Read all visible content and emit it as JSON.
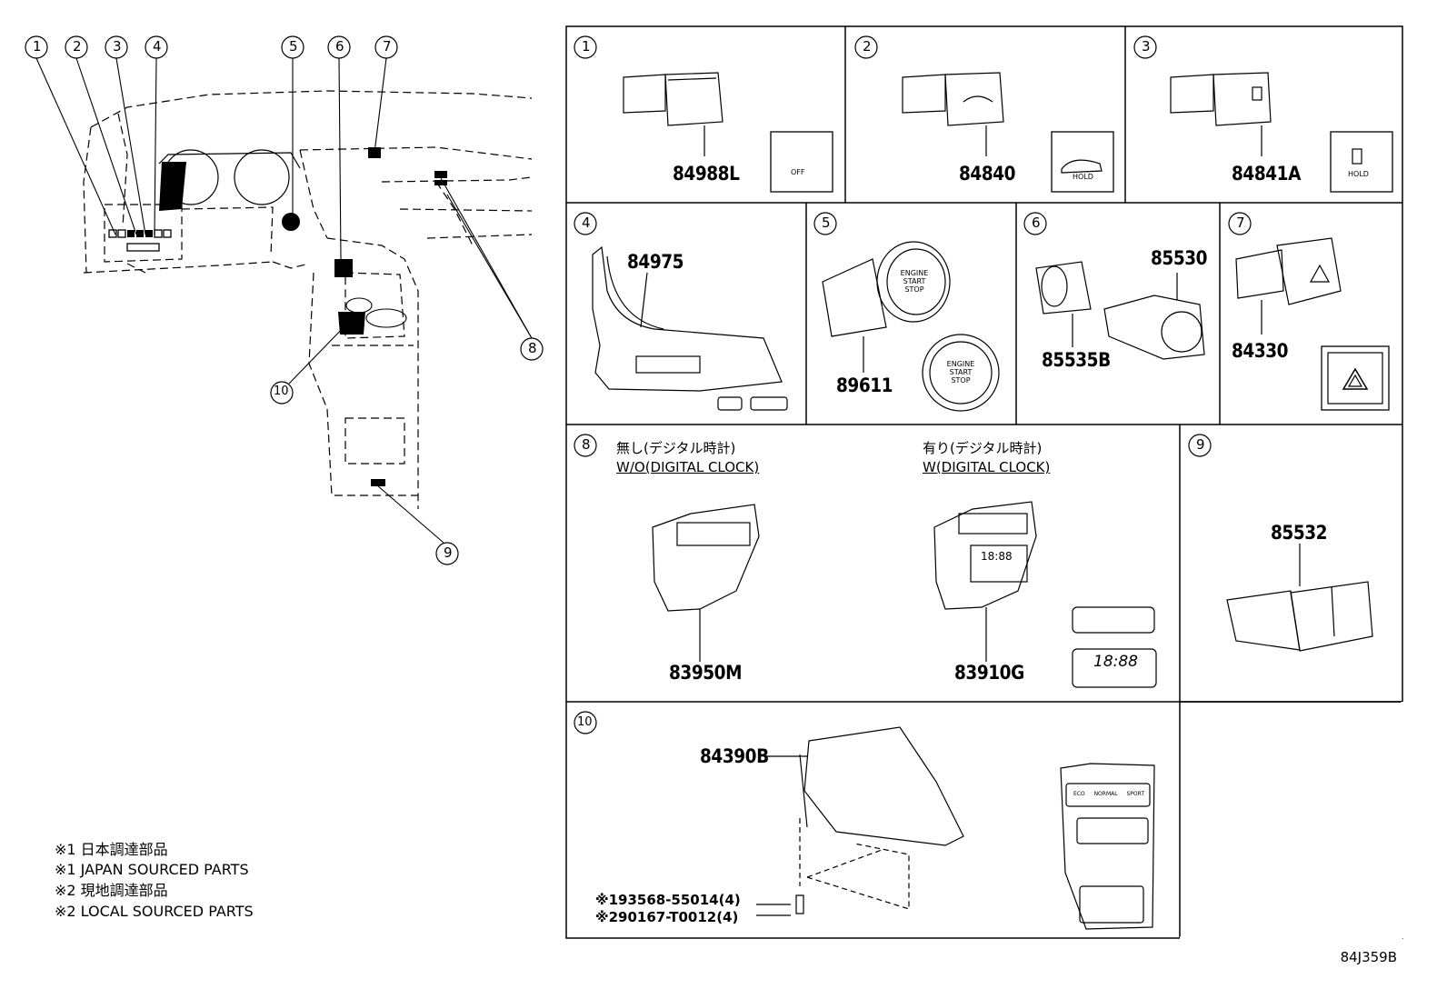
{
  "callouts": [
    "1",
    "2",
    "3",
    "4",
    "5",
    "6",
    "7",
    "8",
    "9",
    "10"
  ],
  "panels": [
    {
      "num": "1",
      "parts": [
        "84988L"
      ],
      "icon_text": "OFF"
    },
    {
      "num": "2",
      "parts": [
        "84840"
      ],
      "icon_text": "HOLD"
    },
    {
      "num": "3",
      "parts": [
        "84841A"
      ],
      "icon_text": "HOLD"
    },
    {
      "num": "4",
      "parts": [
        "84975"
      ]
    },
    {
      "num": "5",
      "parts": [
        "89611"
      ],
      "button_text": [
        "ENGINE",
        "START",
        "STOP"
      ]
    },
    {
      "num": "6",
      "parts": [
        "85530",
        "85535B"
      ]
    },
    {
      "num": "7",
      "parts": [
        "84330"
      ]
    },
    {
      "num": "8",
      "parts": [
        "83950M",
        "83910G"
      ],
      "variant_left": {
        "ja": "無し(デジタル時計)",
        "en": "W/O(DIGITAL CLOCK)"
      },
      "variant_right": {
        "ja": "有り(デジタル時計)",
        "en": "W(DIGITAL CLOCK)"
      },
      "clock_text": "18:88"
    },
    {
      "num": "9",
      "parts": [
        "85532"
      ]
    },
    {
      "num": "10",
      "parts": [
        "84390B"
      ],
      "fasteners": [
        "※193568-55014(4)",
        "※290167-T0012(4)"
      ],
      "mode_labels": [
        "ECO",
        "NORMAL",
        "SPORT"
      ]
    }
  ],
  "notes": [
    "※1 日本調達部品",
    "※1 JAPAN SOURCED PARTS",
    "※2 現地調達部品",
    "※2 LOCAL SOURCED PARTS"
  ],
  "diagram_code": "84J359B"
}
